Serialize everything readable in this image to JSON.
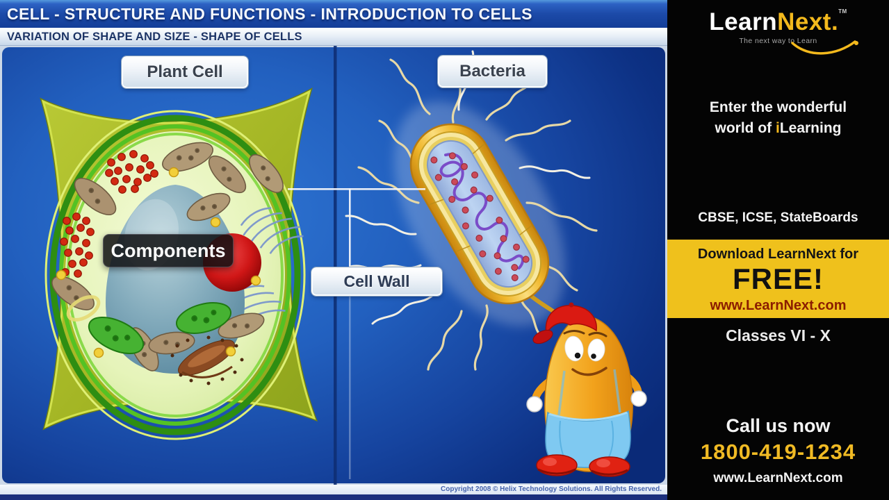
{
  "header": {
    "title": "CELL - STRUCTURE AND FUNCTIONS - INTRODUCTION TO CELLS",
    "subtitle": "VARIATION OF SHAPE AND SIZE - SHAPE OF CELLS"
  },
  "stage": {
    "labels": {
      "plant_cell": "Plant Cell",
      "bacteria": "Bacteria",
      "components": "Components",
      "cell_wall": "Cell Wall"
    }
  },
  "sidebar": {
    "logo": {
      "learn": "Learn",
      "next": "Next.",
      "tm": "TM",
      "tagline": "The next way to Learn"
    },
    "promo": {
      "line1": "Enter the wonderful",
      "line2_prefix": "world of ",
      "line2_highlight": "i",
      "line2_rest": "Learning"
    },
    "boards": "CBSE, ICSE, StateBoards",
    "banner": {
      "line1": "Download LearnNext for",
      "line2": "FREE!",
      "url": "www.LearnNext.com"
    },
    "classes": "Classes VI - X",
    "contact": {
      "call": "Call us now",
      "phone": "1800-419-1234",
      "website": "www.LearnNext.com"
    }
  },
  "footer": {
    "copyright": "Copyright 2008 © Helix Technology Solutions. All Rights Reserved."
  },
  "colors": {
    "brand_yellow": "#f3b91d",
    "banner_bg": "#efc11c",
    "banner_url_text": "#8b1c00",
    "phone_text": "#f0ba24",
    "stage_blue_light": "#2f76d4",
    "stage_blue_dark": "#0a2a78",
    "divider": "#0e2f74",
    "title_bar_blue": "#1c4aa8"
  }
}
